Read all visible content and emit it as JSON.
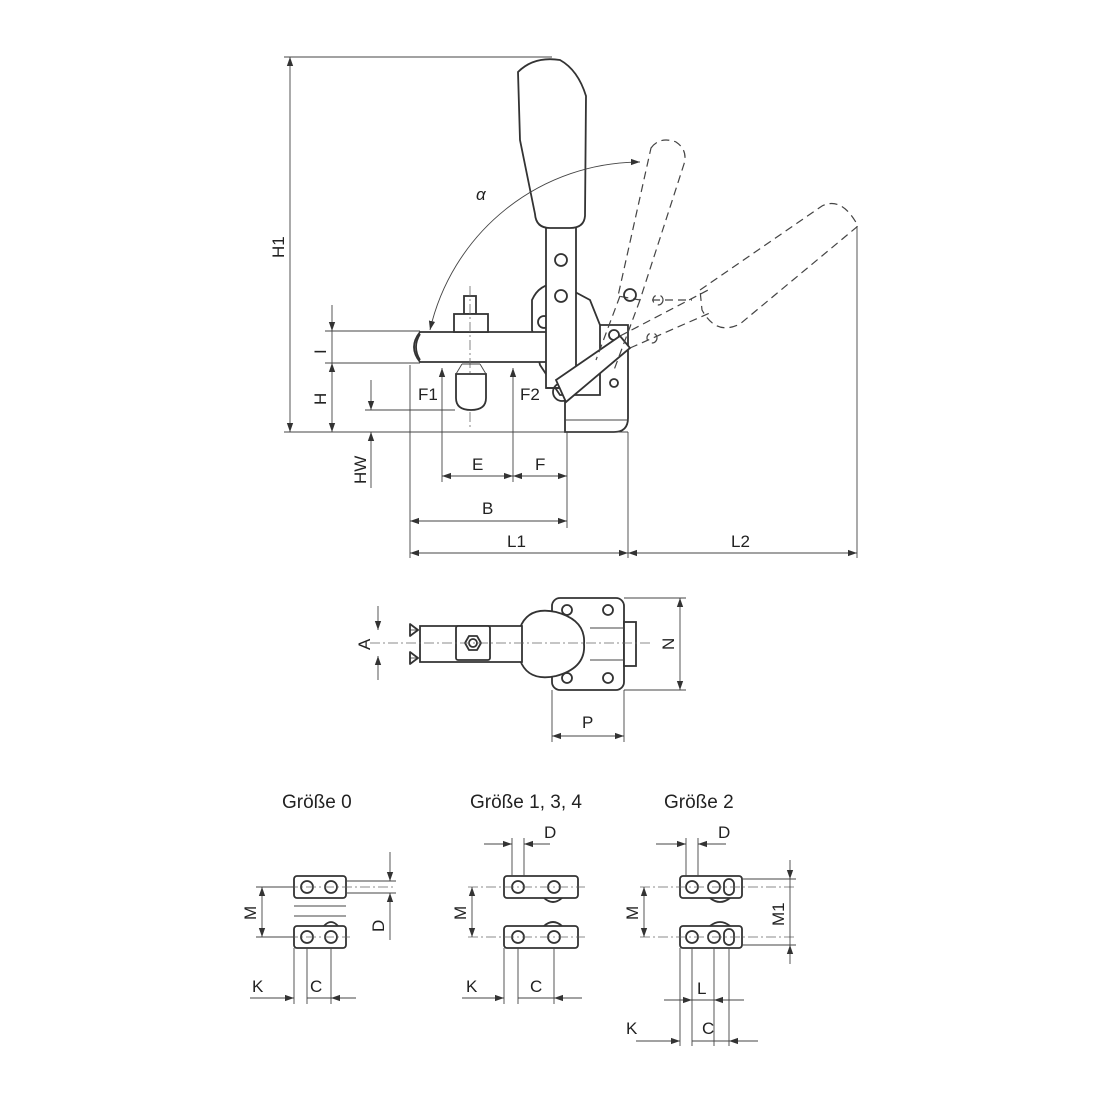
{
  "labels": {
    "h1": "H1",
    "alpha": "α",
    "i": "I",
    "h": "H",
    "hw": "HW",
    "f1": "F1",
    "f2": "F2",
    "e": "E",
    "f": "F",
    "b": "B",
    "l1": "L1",
    "l2": "L2",
    "a": "A",
    "n": "N",
    "p": "P"
  },
  "variants": [
    {
      "title": "Größe 0",
      "m": "M",
      "d": "D",
      "k": "K",
      "c": "C"
    },
    {
      "title": "Größe 1, 3, 4",
      "m": "M",
      "d": "D",
      "k": "K",
      "c": "C"
    },
    {
      "title": "Größe 2",
      "m": "M",
      "m1": "M1",
      "d": "D",
      "k": "K",
      "c": "C",
      "l": "L"
    }
  ]
}
